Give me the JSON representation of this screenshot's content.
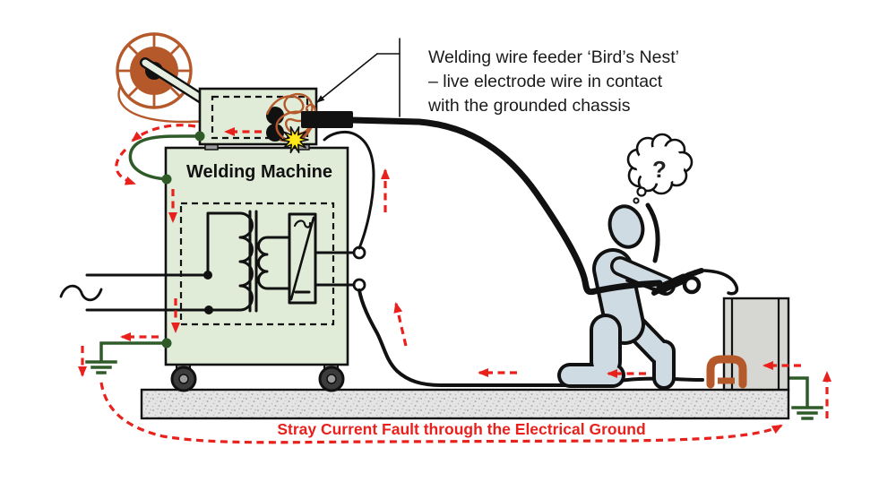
{
  "annotation": {
    "line1": "Welding wire feeder ‘Bird’s Nest’",
    "line2": "– live electrode wire in contact",
    "line3": "with the grounded chassis"
  },
  "machine": {
    "label": "Welding Machine"
  },
  "fault": {
    "label": "Stray Current Fault through the Electrical Ground"
  },
  "thought_bubble": {
    "text": "?"
  },
  "colors": {
    "red": "#e8211d",
    "green": "#2e5b28",
    "machine_green": "#e0ecd8",
    "rust": "#b5592a",
    "person": "#cfdbe3",
    "workpiece": "#d6d6d2",
    "floor": "#e4e4e4",
    "spark": "#ffe81a",
    "ink": "#111111"
  }
}
